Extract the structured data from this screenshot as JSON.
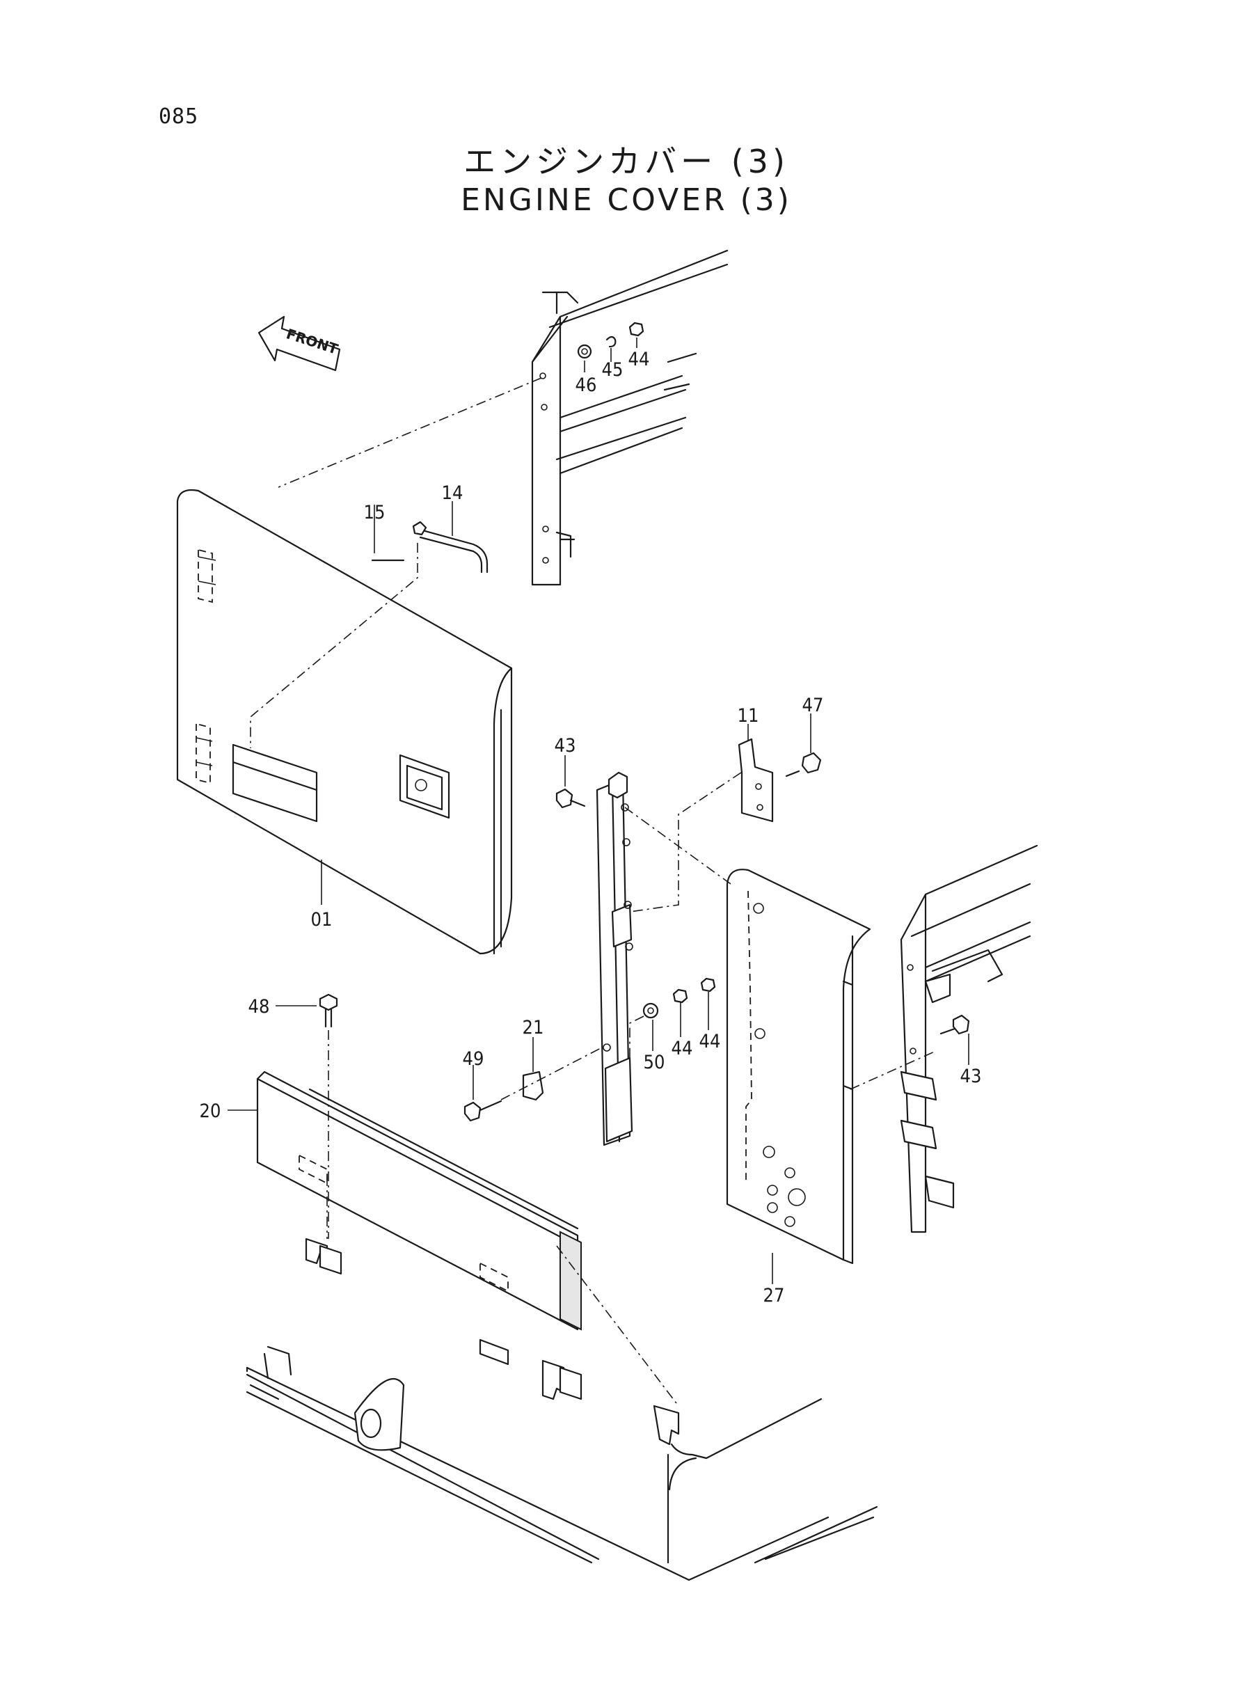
{
  "page_number": "085",
  "title_ja": "エンジンカバー (3)",
  "title_en": "ENGINE  COVER (3)",
  "front_label": "FRONT",
  "callouts": [
    "46",
    "45",
    "44",
    "15",
    "14",
    "43",
    "11",
    "47",
    "01",
    "48",
    "21",
    "49",
    "50",
    "44",
    "44",
    "43",
    "20",
    "27"
  ]
}
